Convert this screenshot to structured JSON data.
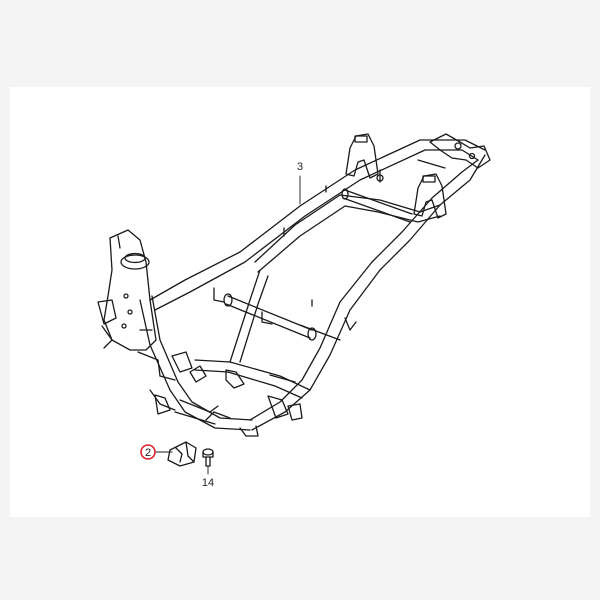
{
  "diagram": {
    "callouts": [
      {
        "id": "frame",
        "label": "3"
      },
      {
        "id": "bracket",
        "label": "2",
        "highlighted": true
      },
      {
        "id": "bolt",
        "label": "14"
      }
    ],
    "colors": {
      "line": "#1a1a1a",
      "background": "#ffffff",
      "highlight": "#d62828"
    }
  }
}
